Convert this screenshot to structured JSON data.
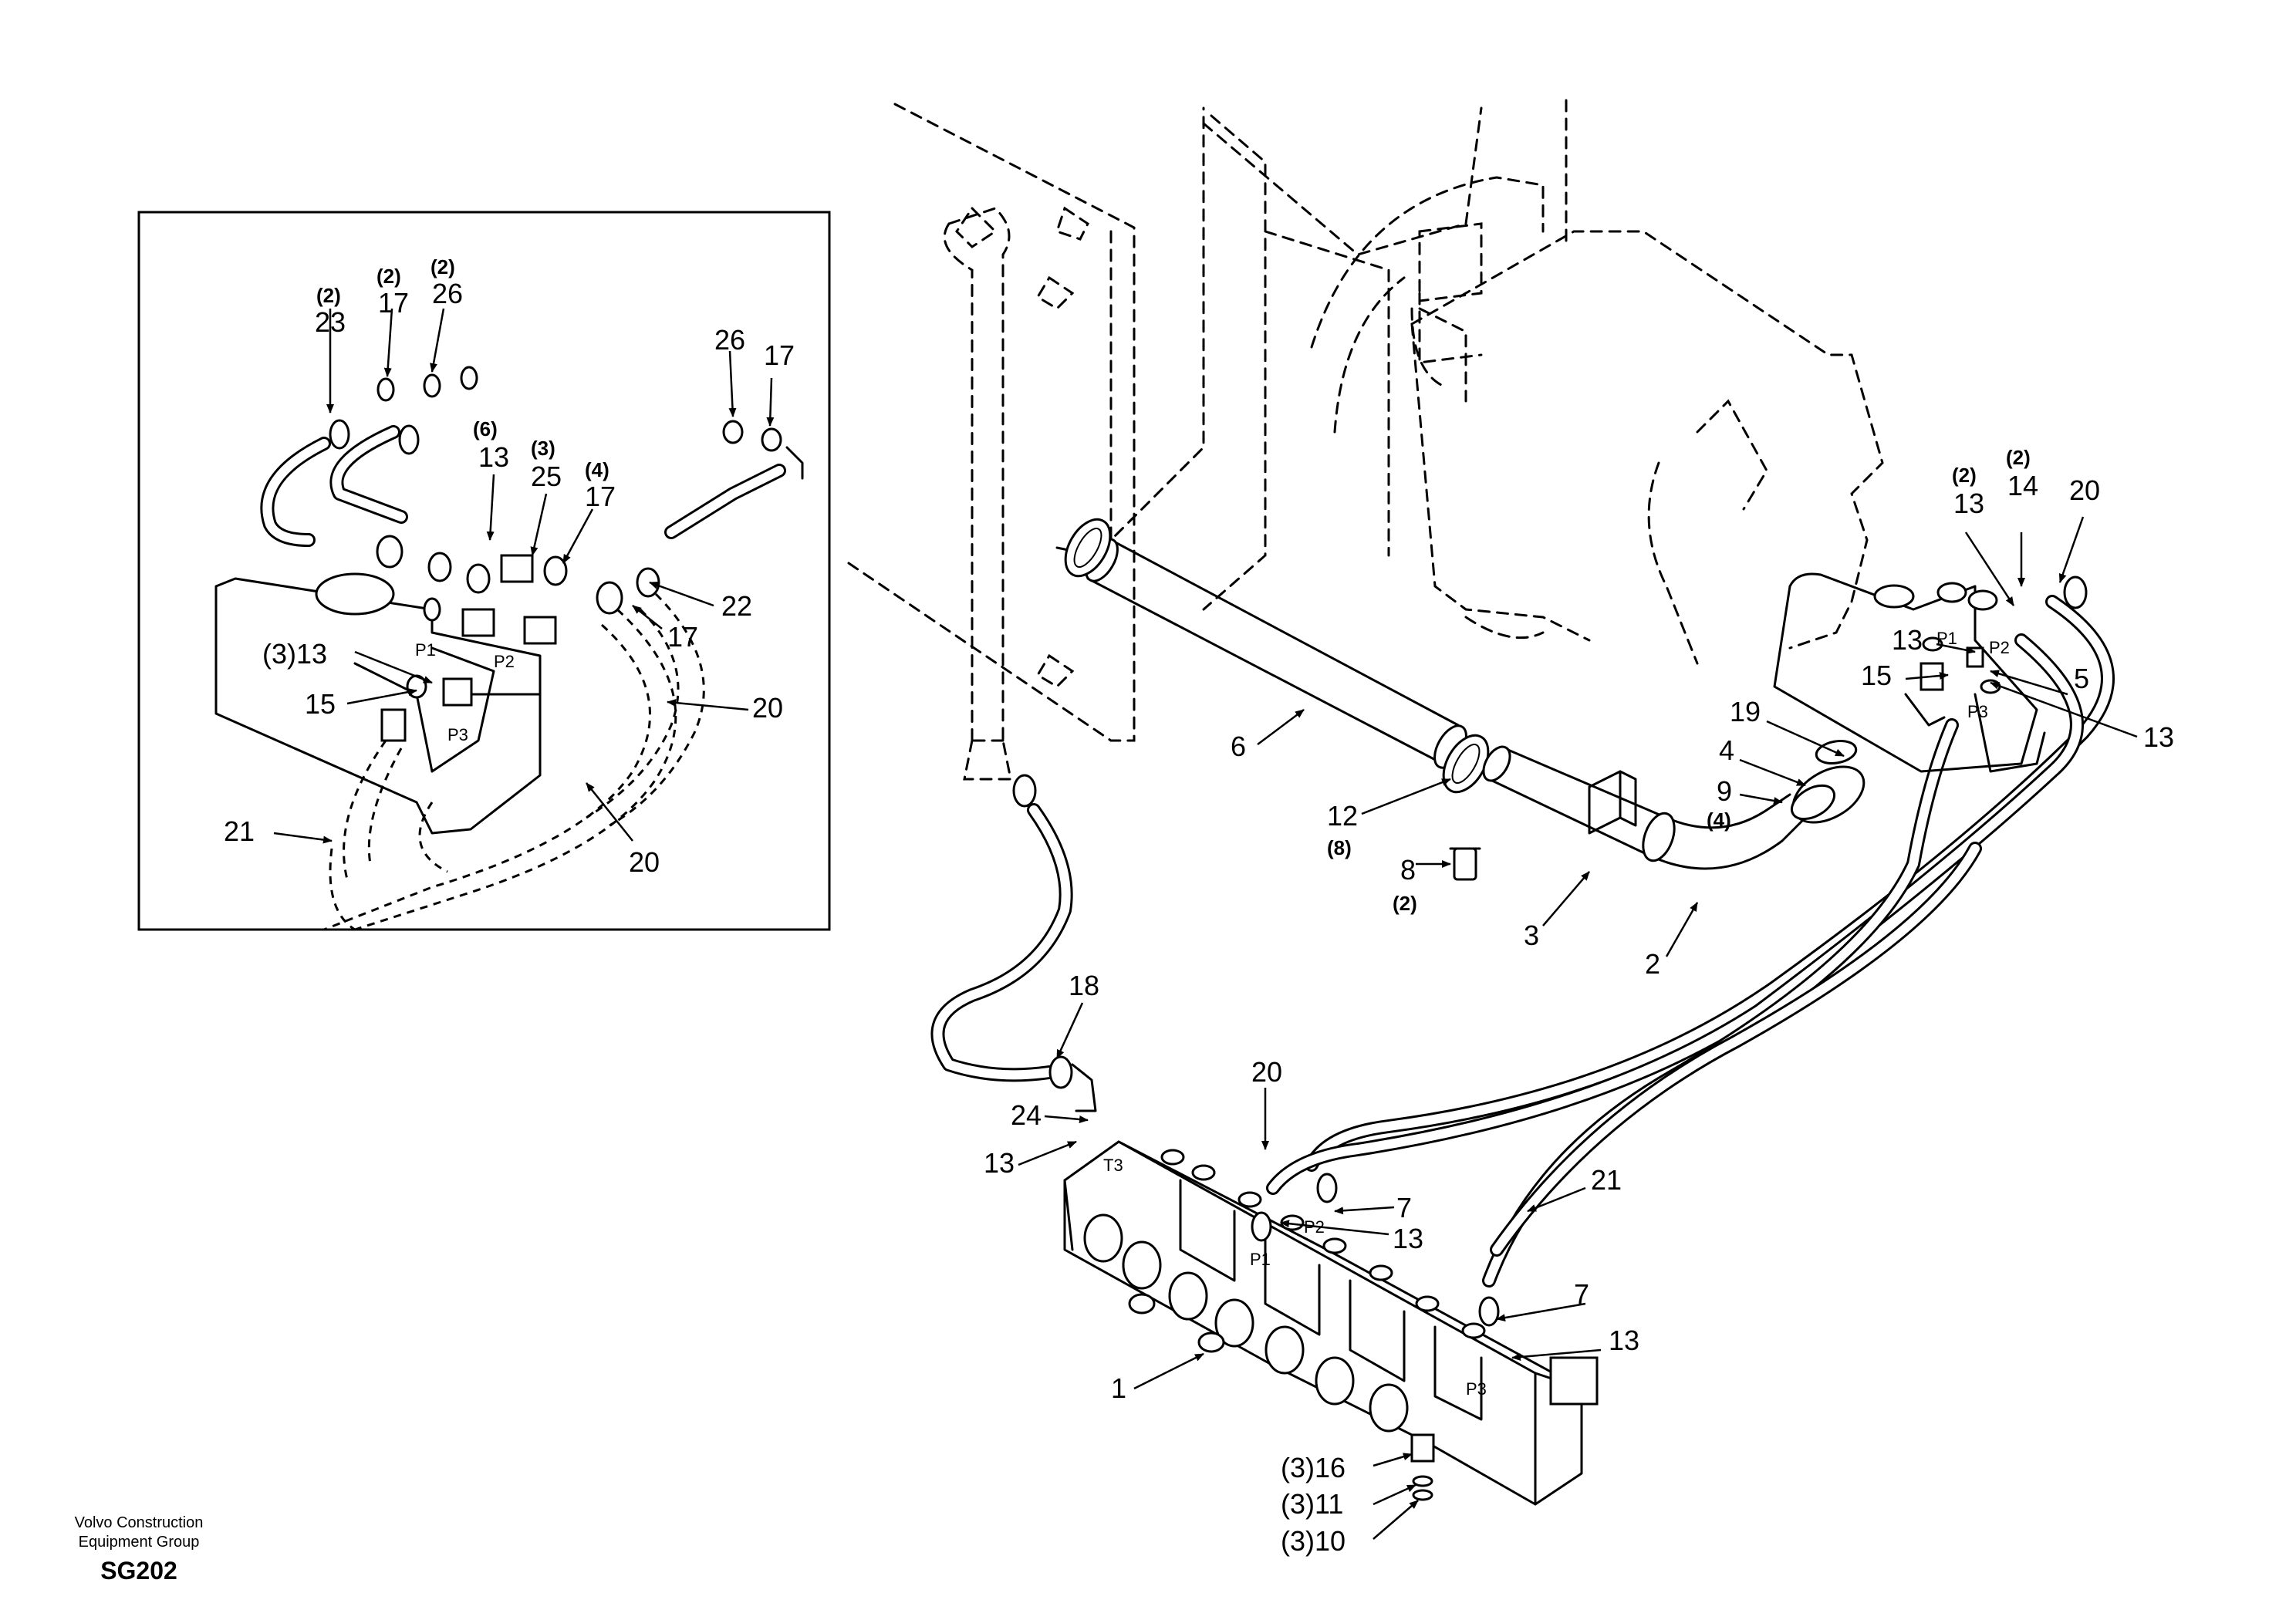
{
  "footer": {
    "company_line1": "Volvo Construction",
    "company_line2": "Equipment Group",
    "drawing_code": "SG202"
  },
  "inset": {
    "labels": {
      "q23": "(2)",
      "n23": "23",
      "q17a": "(2)",
      "n17a": "17",
      "q26a": "(2)",
      "n26a": "26",
      "n26b": "26",
      "n17b": "17",
      "q13a": "(6)",
      "n13a": "13",
      "q25": "(3)",
      "n25": "25",
      "q17c": "(4)",
      "n17c": "17",
      "n22": "22",
      "n17d": "17",
      "n13b": "(3)13",
      "n15": "15",
      "n20a": "20",
      "n20b": "20",
      "n21": "21"
    },
    "ports": {
      "p1": "P1",
      "p2": "P2",
      "p3": "P3"
    }
  },
  "main": {
    "labels": {
      "q13": "(2)",
      "n13": "13",
      "q14": "(2)",
      "n14": "14",
      "n20top": "20",
      "n13b": "13",
      "n15": "15",
      "n5": "5",
      "n13c": "13",
      "n19": "19",
      "n4": "4",
      "n9": "9",
      "q9": "(4)",
      "n6": "6",
      "n12": "12",
      "q12": "(8)",
      "n8": "8",
      "q8": "(2)",
      "n3": "3",
      "n2": "2",
      "n18": "18",
      "n20mid": "20",
      "n24": "24",
      "n13d": "13",
      "n7a": "7",
      "n13e": "13",
      "n21": "21",
      "n7b": "7",
      "n13f": "13",
      "n1": "1",
      "n16": "(3)16",
      "n11": "(3)11",
      "n10": "(3)10"
    },
    "ports": {
      "p1a": "P1",
      "p2a": "P2",
      "p3a": "P3",
      "t3": "T3",
      "p2b": "P2",
      "p1b": "P1",
      "p3b": "P3"
    }
  }
}
